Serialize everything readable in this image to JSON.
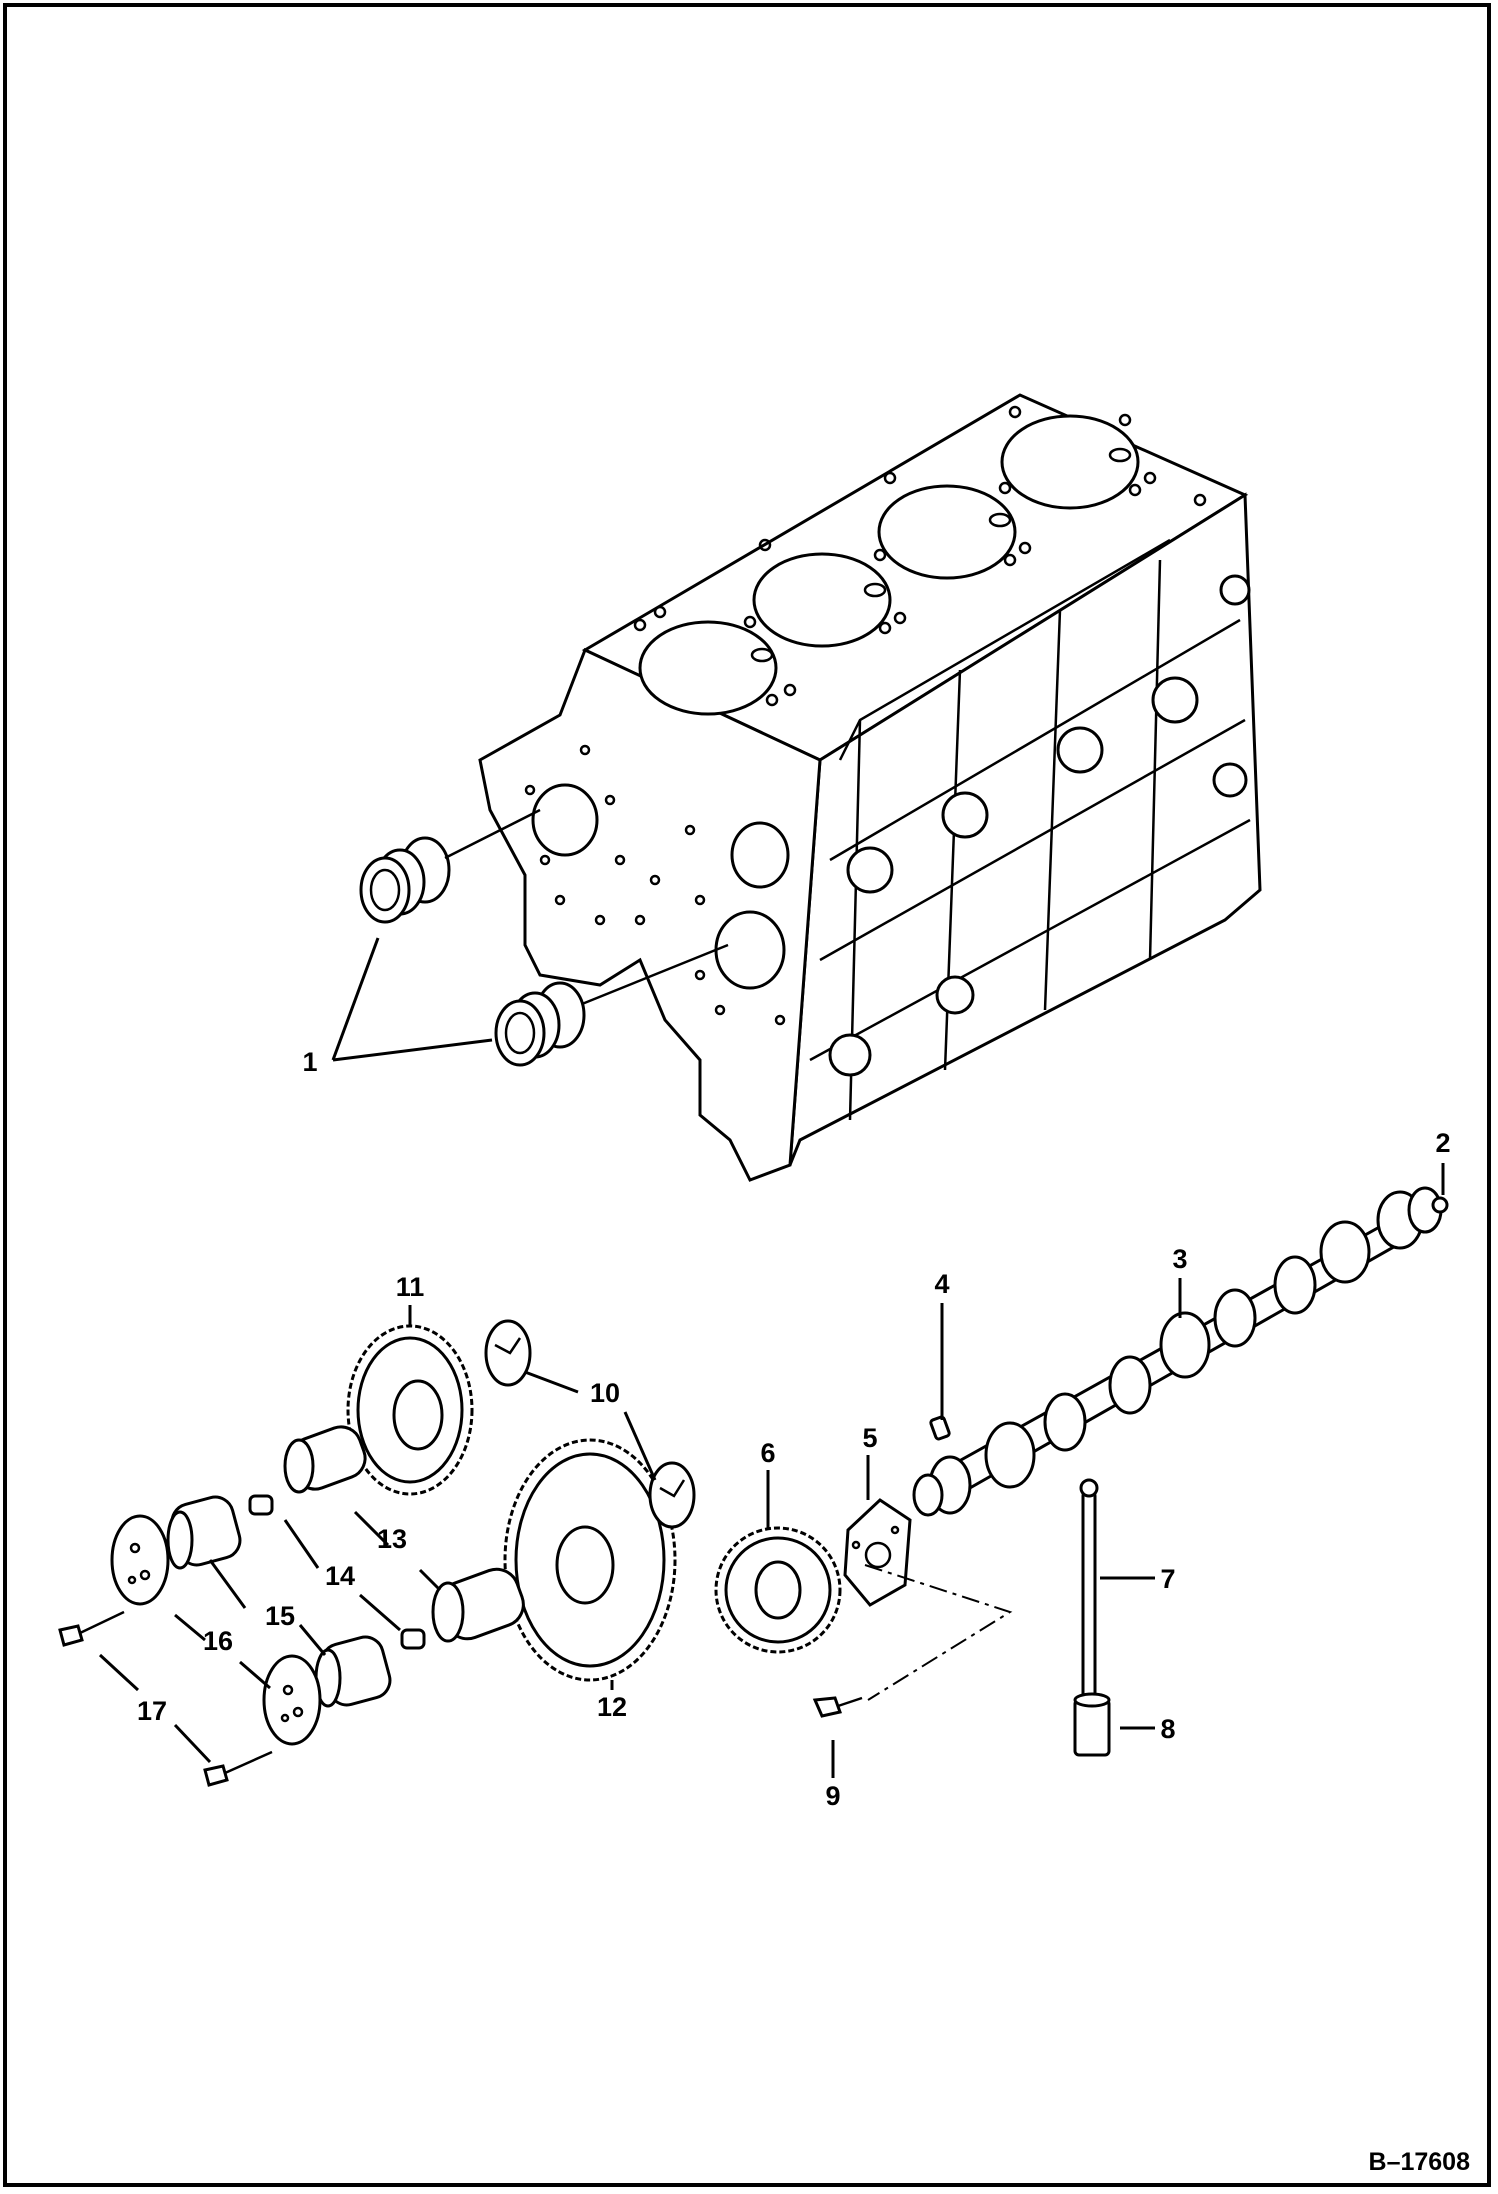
{
  "diagram": {
    "reference_code": "B–17608",
    "callouts": [
      {
        "id": "c1",
        "label": "1"
      },
      {
        "id": "c2",
        "label": "2"
      },
      {
        "id": "c3",
        "label": "3"
      },
      {
        "id": "c4",
        "label": "4"
      },
      {
        "id": "c5",
        "label": "5"
      },
      {
        "id": "c6",
        "label": "6"
      },
      {
        "id": "c7",
        "label": "7"
      },
      {
        "id": "c8",
        "label": "8"
      },
      {
        "id": "c9",
        "label": "9"
      },
      {
        "id": "c10",
        "label": "10"
      },
      {
        "id": "c11",
        "label": "11"
      },
      {
        "id": "c12",
        "label": "12"
      },
      {
        "id": "c13",
        "label": "13"
      },
      {
        "id": "c14",
        "label": "14"
      },
      {
        "id": "c15",
        "label": "15"
      },
      {
        "id": "c16",
        "label": "16"
      },
      {
        "id": "c17",
        "label": "17"
      }
    ]
  }
}
